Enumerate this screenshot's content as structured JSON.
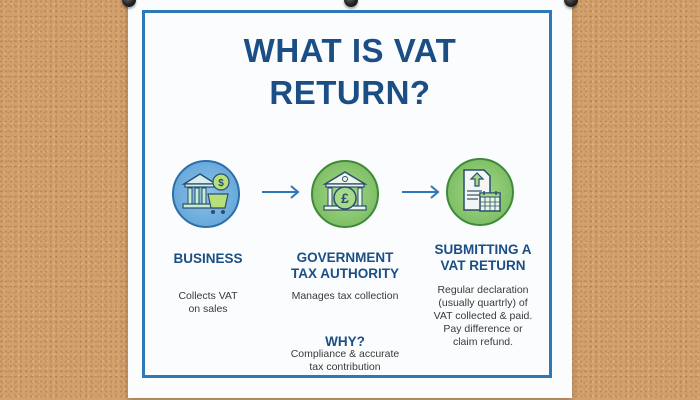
{
  "title": {
    "line1": "WHAT IS VAT",
    "line2": "RETURN?"
  },
  "steps": [
    {
      "heading": "BUSINESS",
      "description_line1": "Collects VAT",
      "description_line2": "on sales",
      "icon": "bank-building-with-money-bag-and-cart-icon",
      "icon_color": "#5a9fd6"
    },
    {
      "heading_line1": "GOVERNMENT",
      "heading_line2": "TAX AUTHORITY",
      "description": "Manages tax collection",
      "icon": "government-building-pound-icon",
      "icon_color": "#6fb558"
    },
    {
      "heading_line1": "SUBMITTING A",
      "heading_line2": "VAT RETURN",
      "description_lines": [
        "Regular declaration",
        "(usually quartrly) of",
        "VAT collected & paid.",
        "Pay difference or",
        "claim refund."
      ],
      "icon": "document-upload-calendar-icon",
      "icon_color": "#6fb558"
    }
  ],
  "why": {
    "heading": "WHY?",
    "line1": "Compliance & accurate",
    "line2": "tax contribution"
  },
  "colors": {
    "primary_blue": "#1c4e86",
    "frame_blue": "#2e78b8",
    "green": "#6fb558",
    "cork": "#d2a06c"
  }
}
